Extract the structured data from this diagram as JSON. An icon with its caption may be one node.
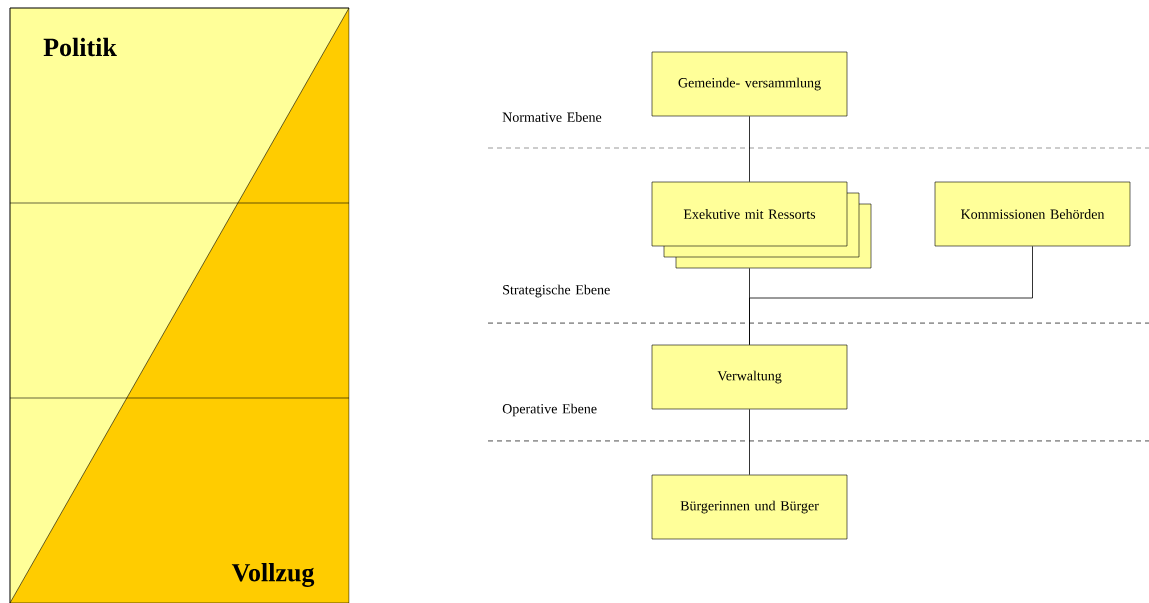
{
  "diagram": {
    "nodes": [
      {
        "text": [
          "Gemeinde- versammlung"
        ]
      },
      {
        "text": [
          "Exekutive mit Ressorts"
        ]
      },
      {
        "text": [
          "Kommissionen Behörden"
        ]
      },
      {
        "text": [
          "Verwaltung"
        ]
      },
      {
        "text": [
          "Bürgerinnen und Bürger"
        ]
      }
    ],
    "edges": [
      {
        "from": 0,
        "to": 1,
        "arrow": "none"
      },
      {
        "from": 1,
        "to": 3,
        "arrow": "none"
      },
      {
        "from": 2,
        "to": 3,
        "arrow": "none"
      },
      {
        "from": 3,
        "to": 4,
        "arrow": "none"
      }
    ],
    "labels": [
      "Politik",
      "Normative Ebene",
      "Strategische Ebene",
      "Operative Ebene",
      "Vollzug"
    ]
  }
}
